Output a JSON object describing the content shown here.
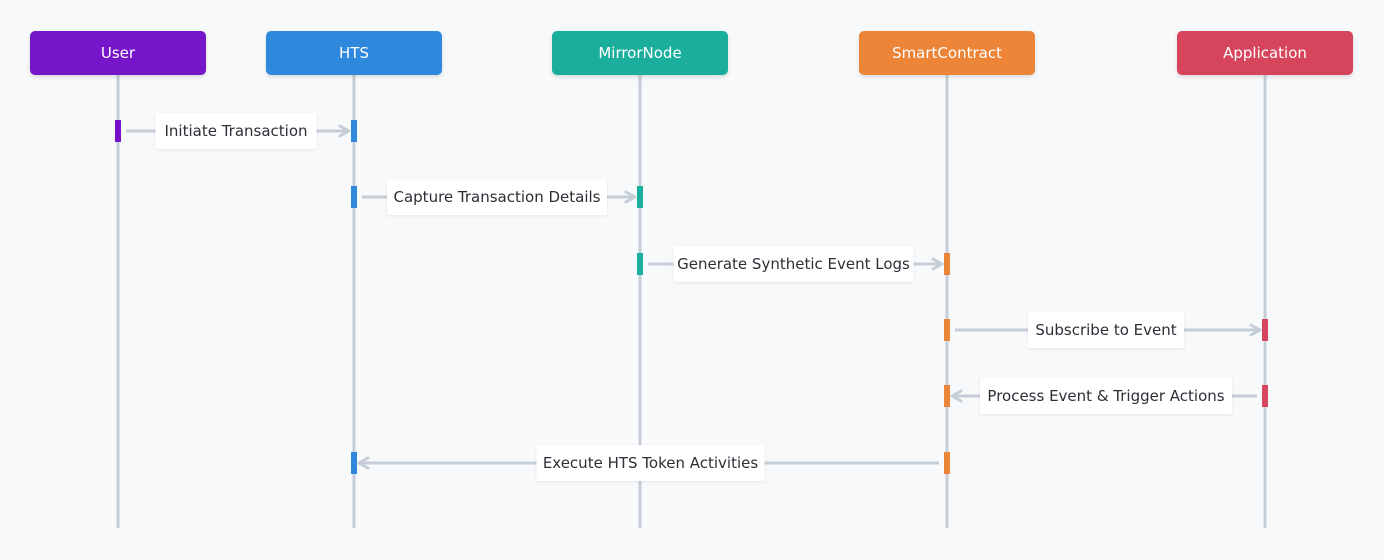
{
  "actors": [
    {
      "id": "user",
      "label": "User",
      "color": "#7512c8"
    },
    {
      "id": "hts",
      "label": "HTS",
      "color": "#2e88dc"
    },
    {
      "id": "mirror",
      "label": "MirrorNode",
      "color": "#1aae9c"
    },
    {
      "id": "contract",
      "label": "SmartContract",
      "color": "#ec8538"
    },
    {
      "id": "app",
      "label": "Application",
      "color": "#d6455b"
    }
  ],
  "messages": [
    {
      "from": "user",
      "to": "hts",
      "label": "Initiate Transaction"
    },
    {
      "from": "hts",
      "to": "mirror",
      "label": "Capture Transaction Details"
    },
    {
      "from": "mirror",
      "to": "contract",
      "label": "Generate Synthetic Event Logs"
    },
    {
      "from": "contract",
      "to": "app",
      "label": "Subscribe to Event"
    },
    {
      "from": "app",
      "to": "contract",
      "label": "Process Event & Trigger Actions"
    },
    {
      "from": "contract",
      "to": "hts",
      "label": "Execute HTS Token Activities"
    }
  ],
  "colors": {
    "lifeline": "#c5ced8",
    "arrow": "#c5ced8",
    "label_bg": "#ffffff",
    "label_text": "#2b2f36",
    "background": "#f8f9fb"
  }
}
